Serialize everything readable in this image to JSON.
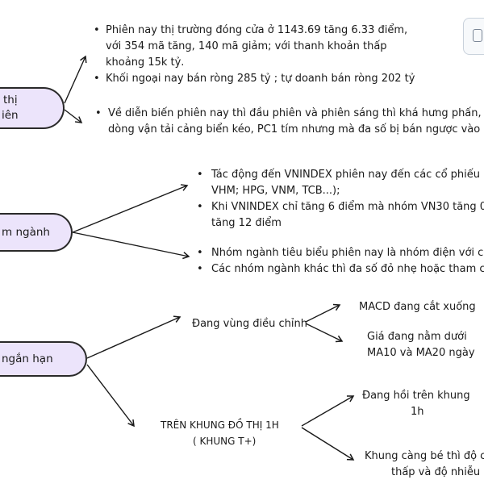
{
  "nodes": {
    "node1": [
      "thị",
      "iên"
    ],
    "node2": "m ngành",
    "node3": "ngắn hạn"
  },
  "branch1": {
    "bullets": [
      [
        "Phiên nay thị trường đóng cửa ở 1143.69 tăng 6.33 điểm,",
        "với 354 mã tăng, 140 mã giảm; với thanh khoản thấp",
        "khoảng 15k tỷ."
      ],
      [
        "Khối ngoại nay bán ròng 285 tỷ ; tự doanh bán ròng 202 tỷ"
      ],
      [
        "Về diễn biến phiên nay thì đầu phiên và phiên sáng thì khá hưng phấn,",
        "dòng vận tải cảng biển kéo, PC1 tím nhưng mà đa số bị bán ngược vào"
      ]
    ]
  },
  "branch2": {
    "bullets": [
      [
        "Tác động đến VNINDEX phiên nay đến các cổ phiếu",
        "VHM; HPG, VNM, TCB...);"
      ],
      [
        "Khi VNINDEX chỉ tăng 6 điểm mà nhóm VN30 tăng 0",
        "tăng 12 điểm"
      ],
      [
        "Nhóm ngành tiêu biểu phiên nay là nhóm điện với c"
      ],
      [
        "Các nhóm ngành khác thì đa số đỏ nhẹ hoặc tham c"
      ]
    ]
  },
  "branch3": {
    "sub1": {
      "label": "Đang vùng điều chỉnh",
      "children": [
        [
          "MACD đang cắt xuống"
        ],
        [
          "Giá đang nằm dưới",
          "MA10 và MA20 ngày"
        ]
      ]
    },
    "sub2": {
      "label": [
        "TRÊN KHUNG ĐỒ THỊ 1H",
        "( KHUNG T+)"
      ],
      "children": [
        [
          "Đang hồi trên khung",
          "1h"
        ],
        [
          "Khung càng bé thì độ c",
          "thấp và độ nhiễu"
        ]
      ]
    }
  },
  "colors": {
    "node_fill": "#ece4fb",
    "line": "#1a1a1a"
  },
  "icons": {
    "corner": "copy-icon"
  }
}
